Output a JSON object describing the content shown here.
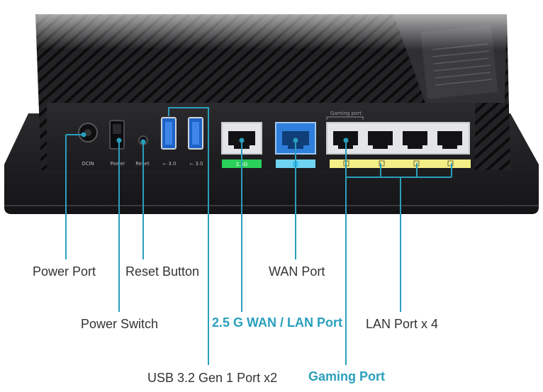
{
  "router": {
    "port_labels": {
      "dcin": "DCIN",
      "power": "Power",
      "reset": "Reset",
      "usb1": "⭠ 3.0",
      "usb2": "⭠ 3.0",
      "gaming_port_caption": "Gaming port",
      "badge_25g": "2.5G",
      "badge_wan": "🌐"
    }
  },
  "callouts": {
    "power_port": "Power Port",
    "reset_button": "Reset Button",
    "wan_port": "WAN Port",
    "power_switch": "Power Switch",
    "wan_lan_25g": "2.5 G WAN / LAN Port",
    "lan_port_x4": "LAN Port x 4",
    "usb_ports": "USB 3.2 Gen 1 Port x2",
    "gaming_port": "Gaming Port"
  },
  "colors": {
    "callout_line": "#2a9fbd",
    "highlight_text": "#2a9fbd",
    "label_text": "#333333",
    "badge_green": "#2bd05a",
    "badge_blue": "#6fd3f0",
    "badge_yellow": "#f3ee86",
    "router_body": "#1d1d1f"
  }
}
